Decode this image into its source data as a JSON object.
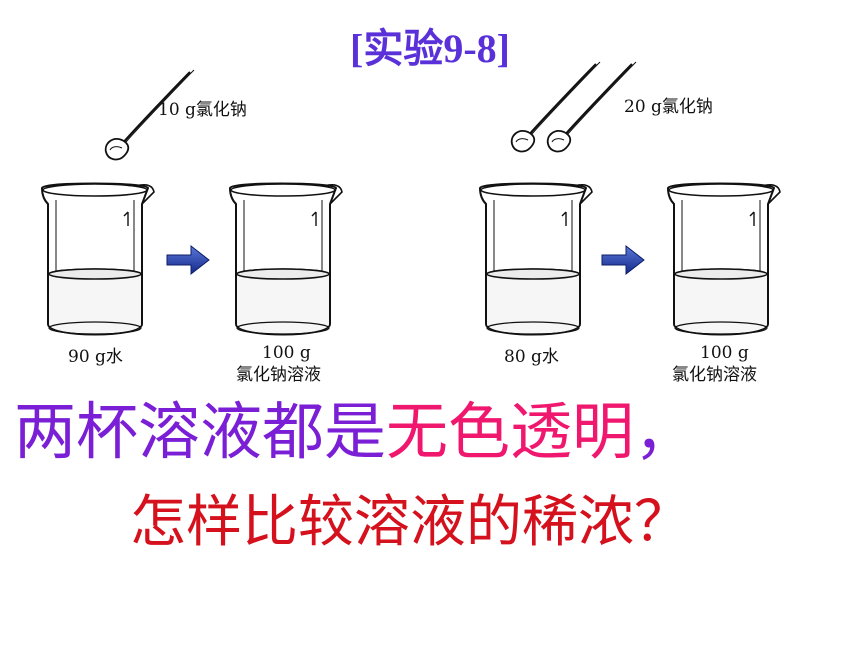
{
  "title": "[实验9-8]",
  "experiment_left": {
    "solute_label": "10 g氯化钠",
    "water_label": "90 g水",
    "solution_mass": "100 g",
    "solution_name": "氯化钠溶液"
  },
  "experiment_right": {
    "solute_label": "20 g氯化钠",
    "water_label": "80 g水",
    "solution_mass": "100 g",
    "solution_name": "氯化钠溶液"
  },
  "question": {
    "line1_part1": "两杯溶液都是",
    "line1_part2": "无色透明",
    "line1_part3": "，",
    "line2": "怎样比较溶液的稀浓？"
  },
  "colors": {
    "title": "#5a31d8",
    "arrow": "#1f3da8",
    "line1": "#7a1fd6",
    "highlight": "#f0176e",
    "line2": "#d4111d"
  },
  "icons": [
    "spoon-icon",
    "beaker-icon",
    "arrow-right-icon"
  ]
}
